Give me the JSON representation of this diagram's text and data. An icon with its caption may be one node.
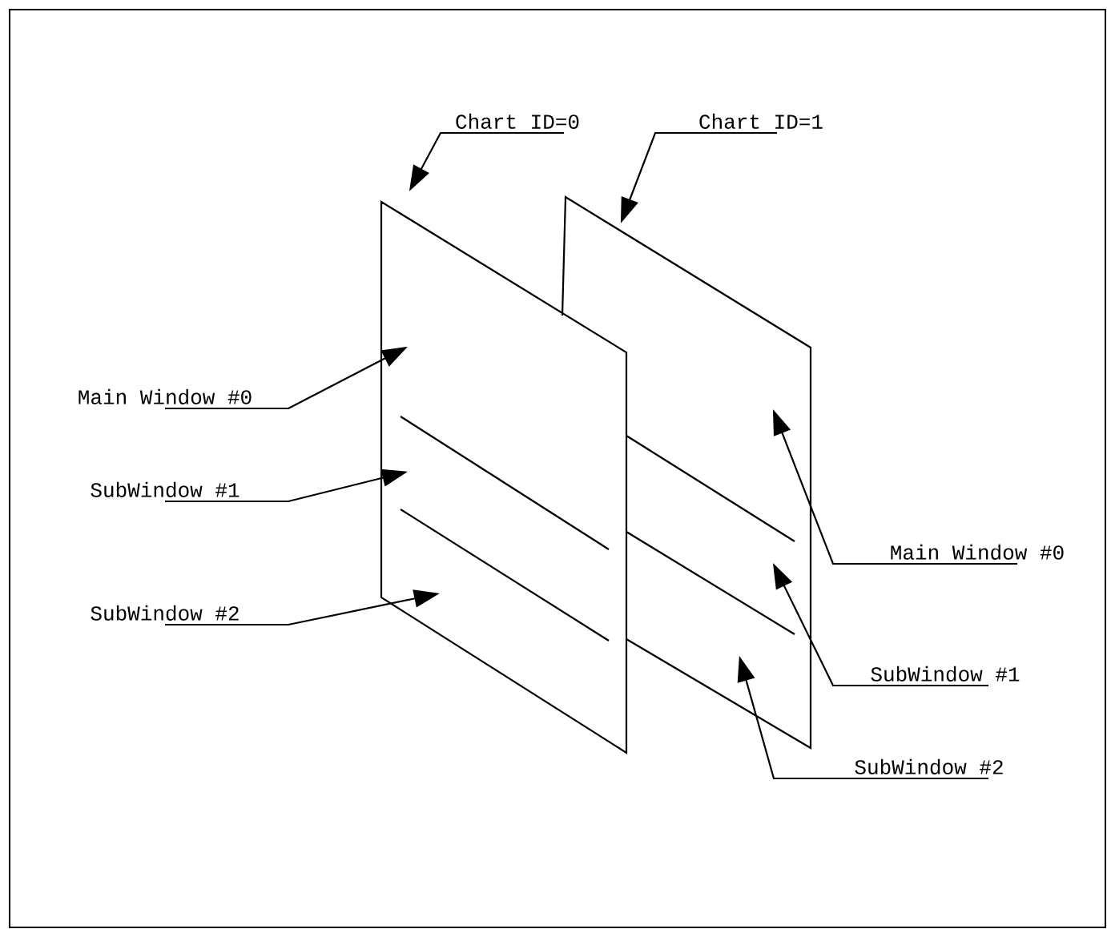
{
  "diagram": {
    "nodes": [
      {
        "text": [],
        "shape": "box"
      },
      {
        "text": [],
        "shape": "box"
      },
      {
        "text": [
          "Chart ID=0"
        ]
      },
      {
        "text": [
          "Chart ID=1"
        ]
      },
      {
        "text": [
          "Main Window #0"
        ]
      },
      {
        "text": [
          "SubWindow #1"
        ]
      },
      {
        "text": [
          "SubWindow #2"
        ]
      },
      {
        "text": [
          "Main Window #0"
        ]
      },
      {
        "text": [
          "SubWindow #1"
        ]
      },
      {
        "text": [
          "SubWindow #2"
        ]
      }
    ],
    "edges": [
      {
        "from": 2,
        "to": 0,
        "arrow": "to"
      },
      {
        "from": 3,
        "to": 1,
        "arrow": "to"
      },
      {
        "from": 4,
        "to": 0,
        "arrow": "to"
      },
      {
        "from": 5,
        "to": 0,
        "arrow": "to"
      },
      {
        "from": 6,
        "to": 0,
        "arrow": "to"
      },
      {
        "from": 7,
        "to": 1,
        "arrow": "to"
      },
      {
        "from": 8,
        "to": 1,
        "arrow": "to"
      },
      {
        "from": 9,
        "to": 1,
        "arrow": "to"
      }
    ]
  }
}
